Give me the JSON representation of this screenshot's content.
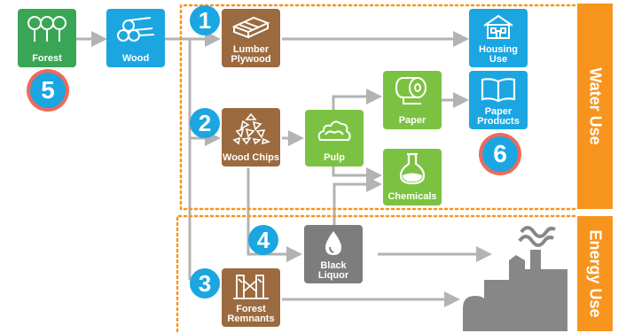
{
  "nodes": {
    "forest": "Forest",
    "wood": "Wood",
    "lumber": [
      "Lumber",
      "Plywood"
    ],
    "housing": [
      "Housing",
      "Use"
    ],
    "wood_chips": "Wood Chips",
    "pulp": "Pulp",
    "paper": "Paper",
    "paper_products": [
      "Paper",
      "Products"
    ],
    "chemicals": "Chemicals",
    "black_liquor": [
      "Black",
      "Liquor"
    ],
    "forest_remnants": [
      "Forest",
      "Remnants"
    ]
  },
  "markers": [
    "1",
    "2",
    "3",
    "4",
    "5",
    "6"
  ],
  "bands": {
    "water": "Water Use",
    "energy": "Energy Use"
  },
  "colors": {
    "green": "#7cc242",
    "forest_green": "#3aa655",
    "blue": "#1ba6e1",
    "brown": "#9b6a3e",
    "gray": "#7d7d7d",
    "orange": "#f7941d",
    "coral": "#ee6a5a",
    "arrow": "#b3b3b3"
  }
}
